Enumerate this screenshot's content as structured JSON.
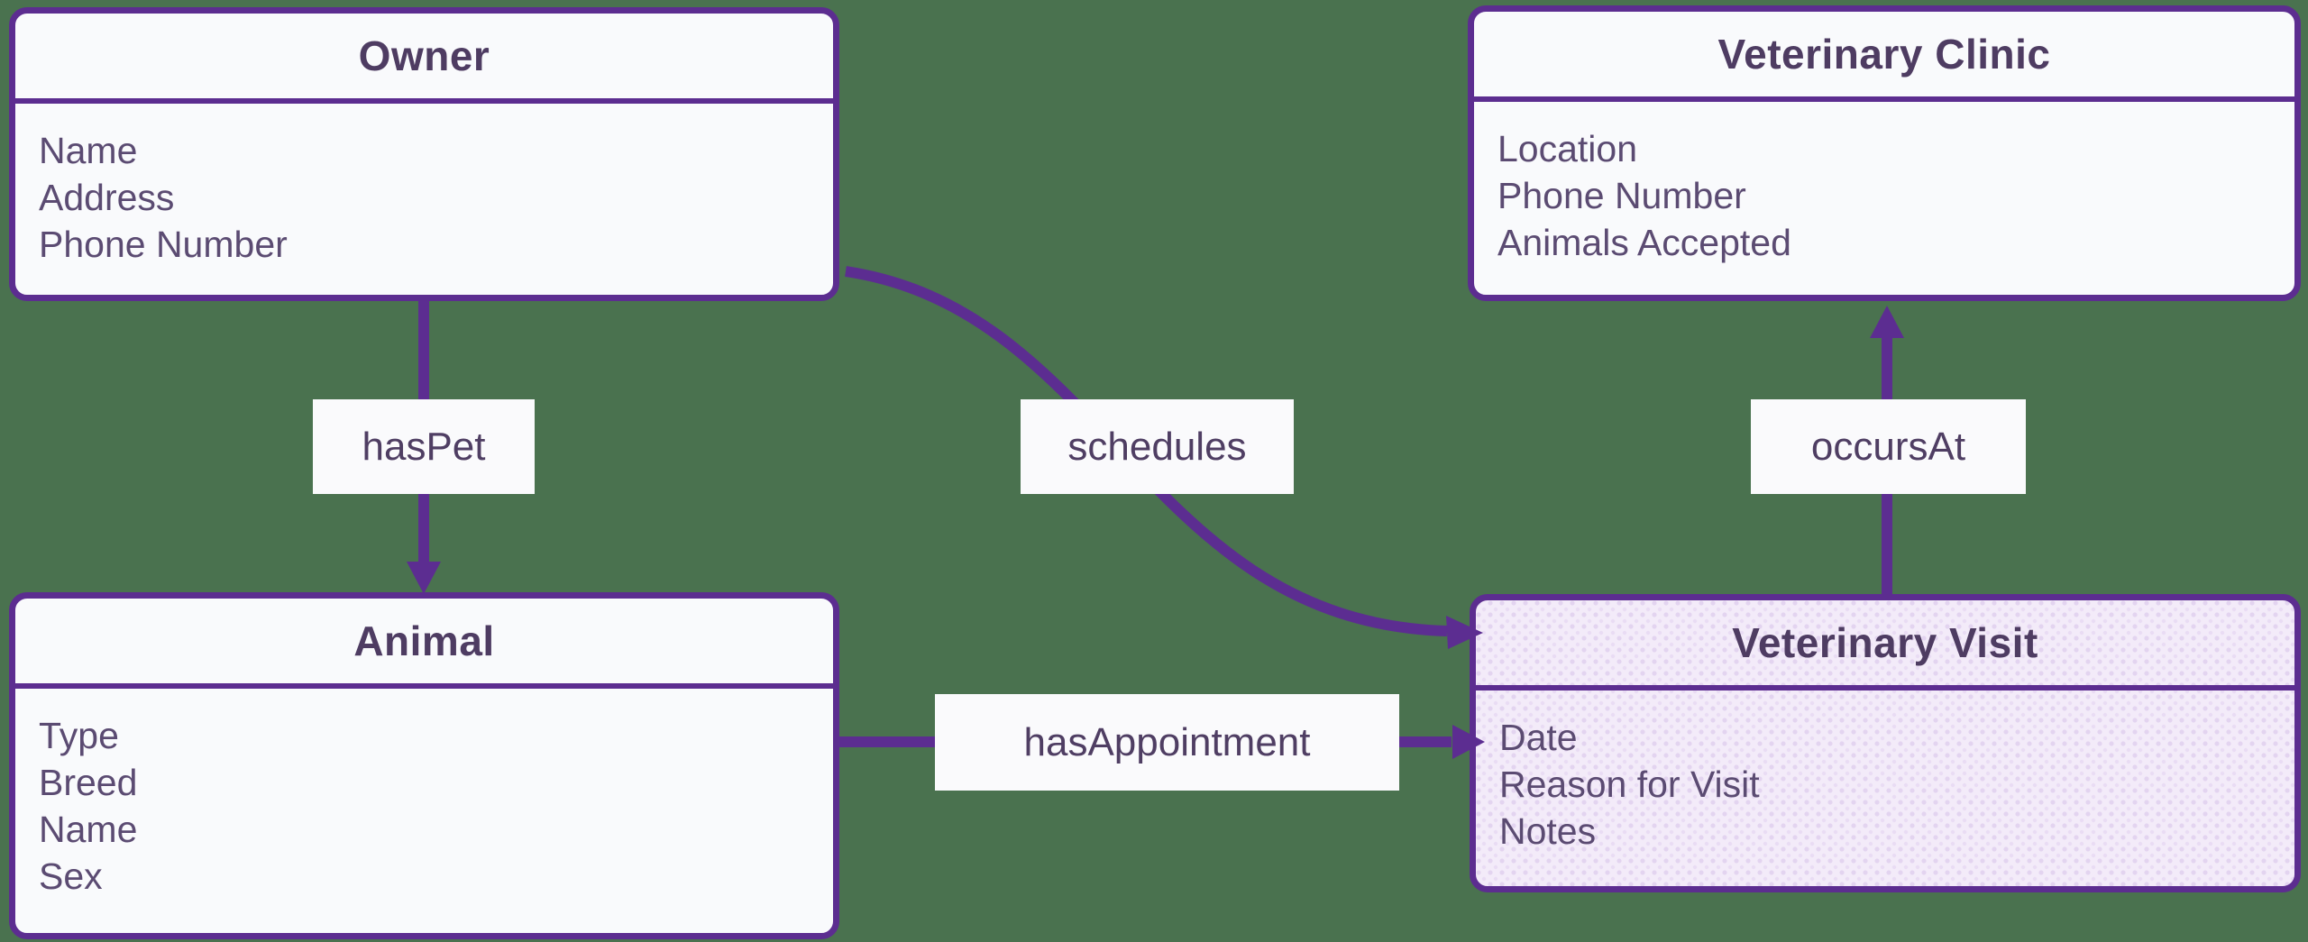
{
  "diagram": {
    "type": "entity-relationship",
    "colors": {
      "background": "#4A724F",
      "node_border": "#5C2D90",
      "edge": "#5C2D91",
      "node_fill": "#F9FAFC",
      "highlighted_node_fill": "#F3EBF9",
      "title_text": "#4E3C62",
      "attribute_text": "#5B4B72",
      "label_background": "#FAFAFC",
      "label_text": "#4F3E63"
    },
    "entities": [
      {
        "title": "Owner",
        "attributes": [
          "Name",
          "Address",
          "Phone Number"
        ],
        "highlighted": false
      },
      {
        "title": "Veterinary Clinic",
        "attributes": [
          "Location",
          "Phone Number",
          "Animals Accepted"
        ],
        "highlighted": false
      },
      {
        "title": "Animal",
        "attributes": [
          "Type",
          "Breed",
          "Name",
          "Sex"
        ],
        "highlighted": false
      },
      {
        "title": "Veterinary Visit",
        "attributes": [
          "Date",
          "Reason for Visit",
          "Notes"
        ],
        "highlighted": true
      }
    ],
    "relationships": [
      {
        "label": "hasPet",
        "from": "Owner",
        "to": "Animal"
      },
      {
        "label": "schedules",
        "from": "Owner",
        "to": "Veterinary Visit"
      },
      {
        "label": "occursAt",
        "from": "Veterinary Visit",
        "to": "Veterinary Clinic"
      },
      {
        "label": "hasAppointment",
        "from": "Animal",
        "to": "Veterinary Visit"
      }
    ]
  }
}
